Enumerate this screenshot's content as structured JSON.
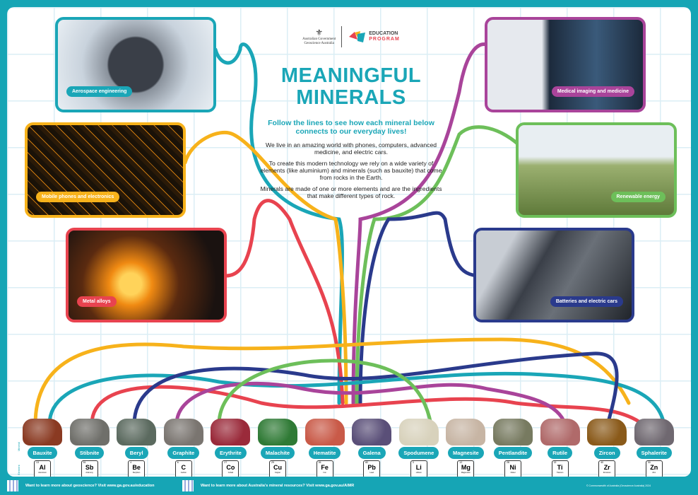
{
  "header": {
    "gov_logo_line1": "Australian Government",
    "gov_logo_line2": "Geoscience Australia",
    "program_line1": "EDUCATION",
    "program_line2": "PROGRAM"
  },
  "title_line1": "MEANINGFUL",
  "title_line2": "MINERALS",
  "subtitle": "Follow the lines to see how each mineral below connects to our everyday lives!",
  "paragraphs": [
    "We live in an amazing world with phones, computers, advanced medicine, and electric cars.",
    "To create this modern technology we rely on a wide variety of elements (like aluminium) and minerals (such as bauxite) that come from rocks in the Earth.",
    "Minerals are made of one or more elements and are the ingredients that make different types of rock."
  ],
  "uses": [
    {
      "label": "Aerospace engineering",
      "color": "#1aa6b7"
    },
    {
      "label": "Mobile phones and electronics",
      "color": "#f7b21b"
    },
    {
      "label": "Metal alloys",
      "color": "#e8434f"
    },
    {
      "label": "Medical imaging and medicine",
      "color": "#a9449a"
    },
    {
      "label": "Renewable energy",
      "color": "#6dbf5a"
    },
    {
      "label": "Batteries and electric cars",
      "color": "#2a3a8c"
    }
  ],
  "side_labels": {
    "mineral": "Mineral",
    "element": "Element"
  },
  "minerals": [
    {
      "name": "Bauxite",
      "symbol": "Al",
      "number": "13",
      "element": "Aluminium",
      "color": "#8a3a22"
    },
    {
      "name": "Stibnite",
      "symbol": "Sb",
      "number": "51",
      "element": "Antimony",
      "color": "#6f6f6a"
    },
    {
      "name": "Beryl",
      "symbol": "Be",
      "number": "4",
      "element": "Beryllium",
      "color": "#5b6a5f"
    },
    {
      "name": "Graphite",
      "symbol": "C",
      "number": "6",
      "element": "Carbon",
      "color": "#7a7570"
    },
    {
      "name": "Erythrite",
      "symbol": "Co",
      "number": "27",
      "element": "Cobalt",
      "color": "#9a2a3a"
    },
    {
      "name": "Malachite",
      "symbol": "Cu",
      "number": "29",
      "element": "Copper",
      "color": "#2f7a35"
    },
    {
      "name": "Hematite",
      "symbol": "Fe",
      "number": "26",
      "element": "Iron",
      "color": "#c95a48"
    },
    {
      "name": "Galena",
      "symbol": "Pb",
      "number": "82",
      "element": "Lead",
      "color": "#5a4f78"
    },
    {
      "name": "Spodumene",
      "symbol": "Li",
      "number": "3",
      "element": "Lithium",
      "color": "#d8d2bc"
    },
    {
      "name": "Magnesite",
      "symbol": "Mg",
      "number": "12",
      "element": "Magnesium",
      "color": "#c7b5a4"
    },
    {
      "name": "Pentlandite",
      "symbol": "Ni",
      "number": "28",
      "element": "Nickel",
      "color": "#777a60"
    },
    {
      "name": "Rutile",
      "symbol": "Ti",
      "number": "22",
      "element": "Titanium",
      "color": "#b06a6a"
    },
    {
      "name": "Zircon",
      "symbol": "Zr",
      "number": "40",
      "element": "Zirconium",
      "color": "#8a5a1a"
    },
    {
      "name": "Sphalerite",
      "symbol": "Zn",
      "number": "30",
      "element": "Zinc",
      "color": "#6f6870"
    }
  ],
  "footer": {
    "left": "Want to learn more about geoscience? Visit www.ga.gov.au/education",
    "middle": "Want to learn more about Australia's mineral resources? Visit www.ga.gov.au/AIMR",
    "copyright": "© Commonwealth of Australia (Geoscience Australia) 2024"
  }
}
